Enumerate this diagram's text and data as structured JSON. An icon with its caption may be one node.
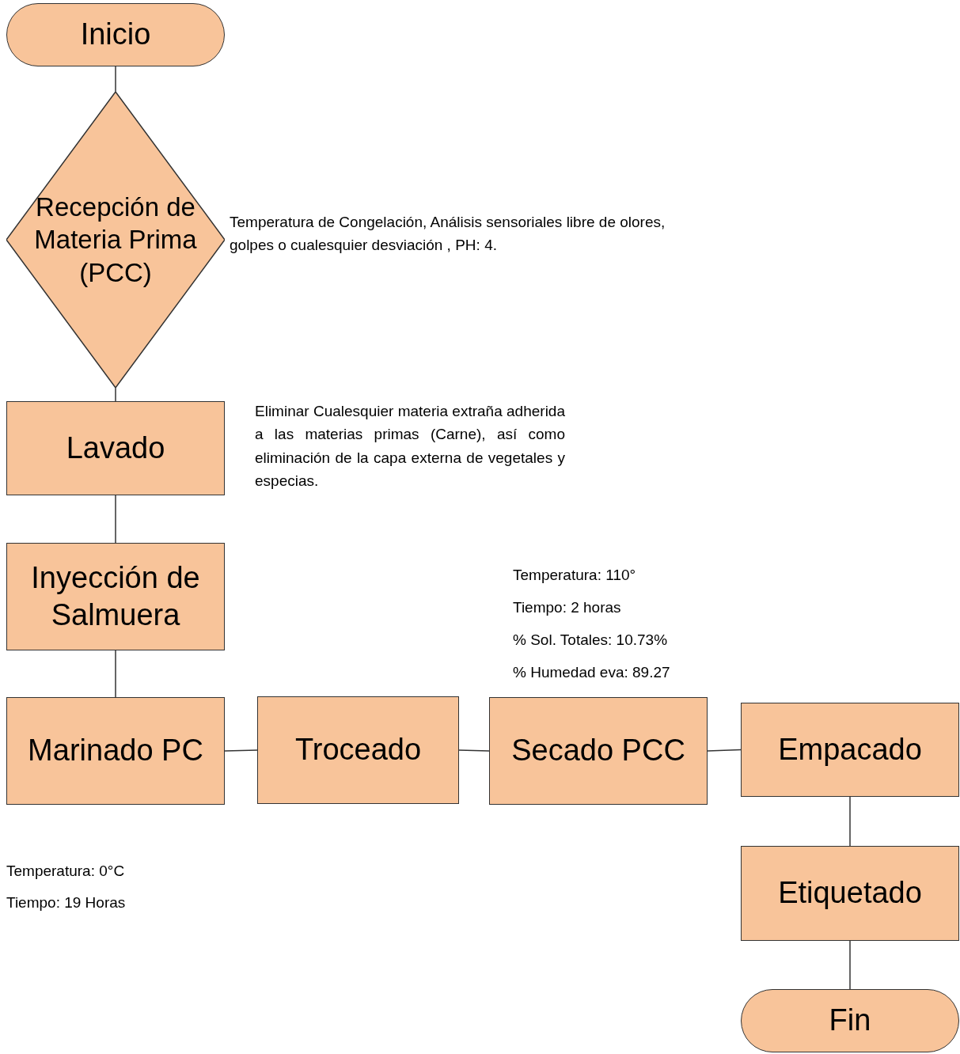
{
  "diagram": {
    "nodes": [
      {
        "text": [
          "Inicio"
        ]
      },
      {
        "text": [
          "Recepción de Materia Prima (PCC)"
        ],
        "beside": [
          "Temperatura de Congelación, Análisis sensoriales libre de olores, golpes o cualesquier desviación , PH: 4."
        ]
      },
      {
        "text": [
          "Lavado"
        ],
        "beside": [
          "Eliminar Cualesquier materia extraña adherida a las materias primas (Carne), así como eliminación de la capa externa de vegetales y especias."
        ]
      },
      {
        "text": [
          "Inyección de Salmuera"
        ]
      },
      {
        "text": [
          "Marinado PC"
        ],
        "beside": [
          "Temperatura: 0°C",
          "Tiempo: 19 Horas"
        ]
      },
      {
        "text": [
          "Troceado"
        ]
      },
      {
        "text": [
          "Secado PCC"
        ],
        "beside": [
          "Temperatura: 110°",
          "Tiempo: 2 horas",
          "% Sol. Totales: 10.73%",
          "% Humedad eva: 89.27"
        ]
      },
      {
        "text": [
          "Empacado"
        ]
      },
      {
        "text": [
          "Etiquetado"
        ]
      },
      {
        "text": [
          "Fin"
        ]
      }
    ],
    "edges": [
      {
        "from": 0,
        "to": 1,
        "arrow": "none"
      },
      {
        "from": 1,
        "to": 2,
        "arrow": "none"
      },
      {
        "from": 2,
        "to": 3,
        "arrow": "none"
      },
      {
        "from": 3,
        "to": 4,
        "arrow": "none"
      },
      {
        "from": 4,
        "to": 5,
        "arrow": "none"
      },
      {
        "from": 5,
        "to": 6,
        "arrow": "none"
      },
      {
        "from": 6,
        "to": 7,
        "arrow": "none"
      },
      {
        "from": 7,
        "to": 8,
        "arrow": "none"
      },
      {
        "from": 8,
        "to": 9,
        "arrow": "none"
      }
    ]
  }
}
